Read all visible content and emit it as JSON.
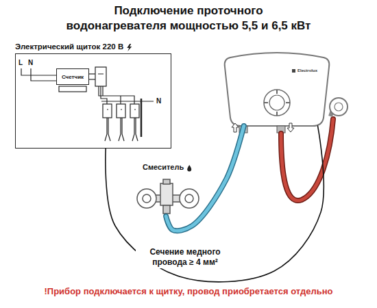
{
  "diagram": {
    "title": "Подключение проточного водонагревателя мощностью 5,5 и 6,5 кВт",
    "caption": "!Прибор подключается к щитку, провод приобретается отдельно",
    "nodes": [
      {
        "text": [
          "Электрический щиток 220 В"
        ]
      },
      {
        "text": [
          "Счетчик"
        ],
        "in": 0
      },
      {
        "text": [
          "Electrolux"
        ]
      },
      {
        "text": [
          "Смеситель"
        ]
      }
    ],
    "edges": [
      {
        "from": 0,
        "to": 2,
        "arrow": "none",
        "label": "Сечение медного провода ≥ 4 мм²"
      },
      {
        "from": 3,
        "to": 2,
        "arrow": "none"
      }
    ],
    "labels": [
      "L",
      "N",
      "N"
    ]
  }
}
